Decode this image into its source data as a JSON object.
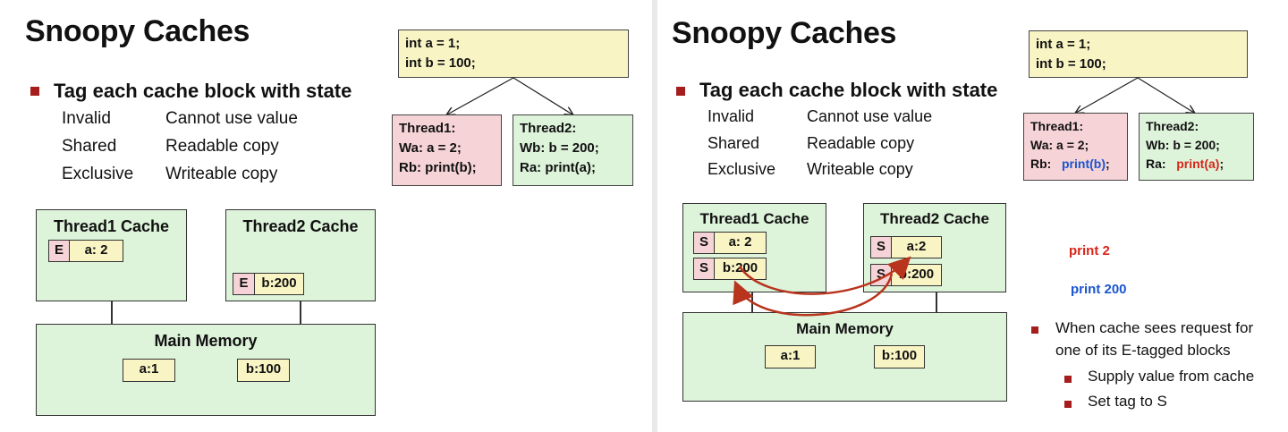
{
  "left": {
    "title": "Snoopy Caches",
    "bullet": "Tag each cache block with state",
    "states": [
      {
        "name": "Invalid",
        "desc": "Cannot use value"
      },
      {
        "name": "Shared",
        "desc": "Readable copy"
      },
      {
        "name": "Exclusive",
        "desc": "Writeable copy"
      }
    ],
    "code_main": [
      "int a = 1;",
      "int b = 100;"
    ],
    "thread1": {
      "title": "Thread1:",
      "line1": "Wa:  a = 2;",
      "line2": "Rb:   print(b);"
    },
    "thread2": {
      "title": "Thread2:",
      "line1": "Wb:  b = 200;",
      "line2": "Ra:   print(a);"
    },
    "cache1": {
      "title": "Thread1 Cache",
      "tag": "E",
      "value": "a: 2"
    },
    "cache2": {
      "title": "Thread2 Cache",
      "tag": "E",
      "value": "b:200"
    },
    "memory": {
      "title": "Main Memory",
      "a": "a:1",
      "b": "b:100"
    }
  },
  "right": {
    "title": "Snoopy Caches",
    "bullet": "Tag each cache block with state",
    "states": [
      {
        "name": "Invalid",
        "desc": "Cannot use value"
      },
      {
        "name": "Shared",
        "desc": "Readable copy"
      },
      {
        "name": "Exclusive",
        "desc": "Writeable copy"
      }
    ],
    "code_main": [
      "int a = 1;",
      "int b = 100;"
    ],
    "thread1": {
      "title": "Thread1:",
      "line1": "Wa:  a = 2;",
      "line2_prefix": "Rb:   ",
      "line2_hl": "print(b)",
      "line2_suffix": ";"
    },
    "thread2": {
      "title": "Thread2:",
      "line1": "Wb:  b = 200;",
      "line2_prefix": "Ra:   ",
      "line2_hl": "print(a)",
      "line2_suffix": ";"
    },
    "cache1": {
      "title": "Thread1 Cache",
      "row1_tag": "S",
      "row1_value": "a: 2",
      "row2_tag": "S",
      "row2_value": "b:200"
    },
    "cache2": {
      "title": "Thread2 Cache",
      "row1_tag": "S",
      "row1_value": "a:2",
      "row2_tag": "S",
      "row2_value": "b:200"
    },
    "memory": {
      "title": "Main Memory",
      "a": "a:1",
      "b": "b:100"
    },
    "print_red": "print 2",
    "print_blue": "print 200",
    "note": [
      "When cache sees request for",
      "one of its E-tagged blocks"
    ],
    "sub_bullets": [
      "Supply value from cache",
      "Set tag to S"
    ]
  },
  "colors": {
    "accent_red": "#d8261a",
    "accent_blue": "#1a55d0",
    "bullet": "#a51d1d",
    "cache_green": "#ddf3da",
    "code_yellow": "#f8f4c4",
    "tag_pink": "#f6d3d6"
  }
}
